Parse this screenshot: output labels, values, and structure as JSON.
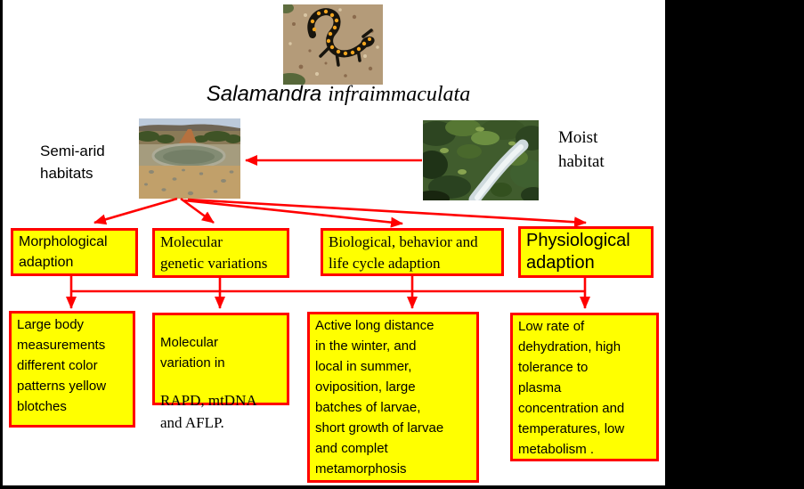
{
  "colors": {
    "accent_red": "#FF0000",
    "box_fill": "#FFFF00",
    "slide_background": "#FFFFFF",
    "frame_background": "#000000",
    "text": "#000000"
  },
  "title": {
    "genus": "Salamandra",
    "species": "infraimmaculata"
  },
  "photos": {
    "species": "salamander-on-soil",
    "semi_arid": "semi-arid-landscape",
    "moist": "stream-with-vegetation"
  },
  "habitats": {
    "semi_arid_label": "Semi-arid\nhabitats",
    "moist_label": "Moist\nhabitat"
  },
  "adaptation_categories": [
    {
      "label": "Morphological\nadaption"
    },
    {
      "label": "Molecular\ngenetic variations"
    },
    {
      "label": "Biological, behavior and\nlife cycle adaption"
    },
    {
      "label": "Physiological\nadaption"
    }
  ],
  "adaptation_details": [
    {
      "label": "Large body\nmeasurements\ndifferent  color\npatterns yellow\nblotches"
    },
    {
      "label_sans": "Molecular\nvariation in",
      "label_serif": "RAPD, mtDNA\nand AFLP."
    },
    {
      "label": "Active long  distance\nin the winter, and\nlocal in summer,\noviposition, large\nbatches of larvae,\nshort growth of larvae\nand complet\nmetamorphosis"
    },
    {
      "label": "Low rate of\ndehydration, high\ntolerance to\nplasma\nconcentration and\ntemperatures,  low\nmetabolism ."
    }
  ]
}
